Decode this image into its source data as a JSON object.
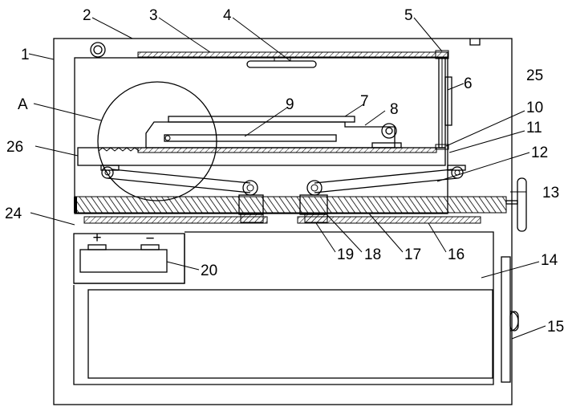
{
  "labels": [
    "1",
    "2",
    "3",
    "4",
    "5",
    "6",
    "25",
    "A",
    "9",
    "7",
    "8",
    "10",
    "11",
    "26",
    "12",
    "13",
    "24",
    "19",
    "18",
    "17",
    "16",
    "20",
    "14",
    "15"
  ],
  "battery": {
    "plus": "+",
    "minus": "−"
  }
}
